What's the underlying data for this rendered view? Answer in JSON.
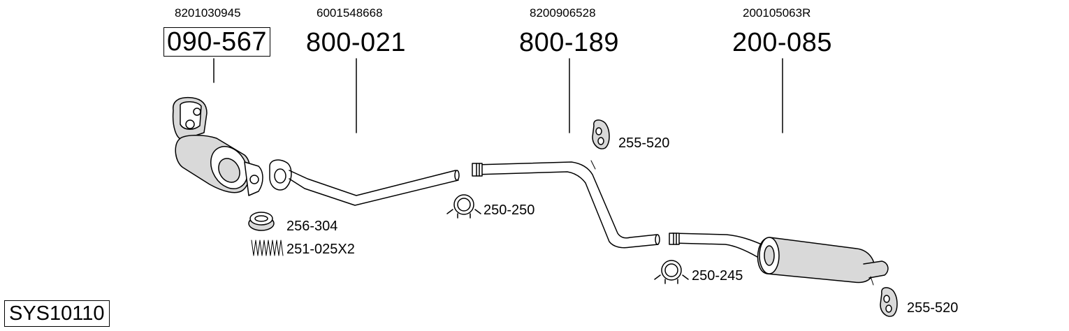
{
  "sections": [
    {
      "oem": "8201030945",
      "part": "090-567"
    },
    {
      "oem": "6001548668",
      "part": "800-021"
    },
    {
      "oem": "8200906528",
      "part": "800-189"
    },
    {
      "oem": "200105063R",
      "part": "200-085"
    }
  ],
  "accessories": {
    "gasket": "256-304",
    "spring": "251-025X2",
    "clamp_1": "250-250",
    "hanger_1": "255-520",
    "clamp_2": "250-245",
    "hanger_2": "255-520"
  },
  "system_id": "SYS10110"
}
